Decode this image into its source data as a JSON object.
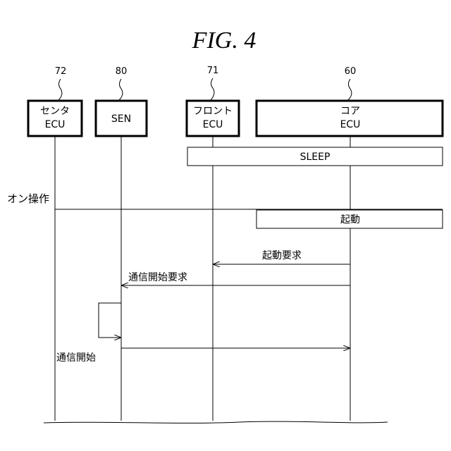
{
  "figure": {
    "title": "FIG. 4"
  },
  "lifelines": [
    {
      "id": "center-ecu",
      "ref": "72",
      "label_lines": [
        "センタ",
        "ECU"
      ]
    },
    {
      "id": "sen",
      "ref": "80",
      "label_lines": [
        "SEN"
      ]
    },
    {
      "id": "front-ecu",
      "ref": "71",
      "label_lines": [
        "フロント",
        "ECU"
      ]
    },
    {
      "id": "core-ecu",
      "ref": "60",
      "label_lines": [
        "コア",
        "ECU"
      ]
    }
  ],
  "state_boxes": [
    {
      "id": "sleep-state",
      "label": "SLEEP"
    },
    {
      "id": "startup-state",
      "label": "起動"
    }
  ],
  "messages": [
    {
      "id": "on-operation",
      "label": "オン操作",
      "from": "center-ecu",
      "to": "right-edge"
    },
    {
      "id": "startup-request",
      "label": "起動要求",
      "from": "core-ecu",
      "to": "front-ecu"
    },
    {
      "id": "comm-start-request",
      "label": "通信開始要求",
      "from": "core-ecu",
      "to": "sen"
    },
    {
      "id": "self-process",
      "label": "",
      "from": "sen",
      "to": "sen"
    },
    {
      "id": "comm-start",
      "label": "通信開始",
      "from": "sen",
      "to": "core-ecu"
    }
  ]
}
